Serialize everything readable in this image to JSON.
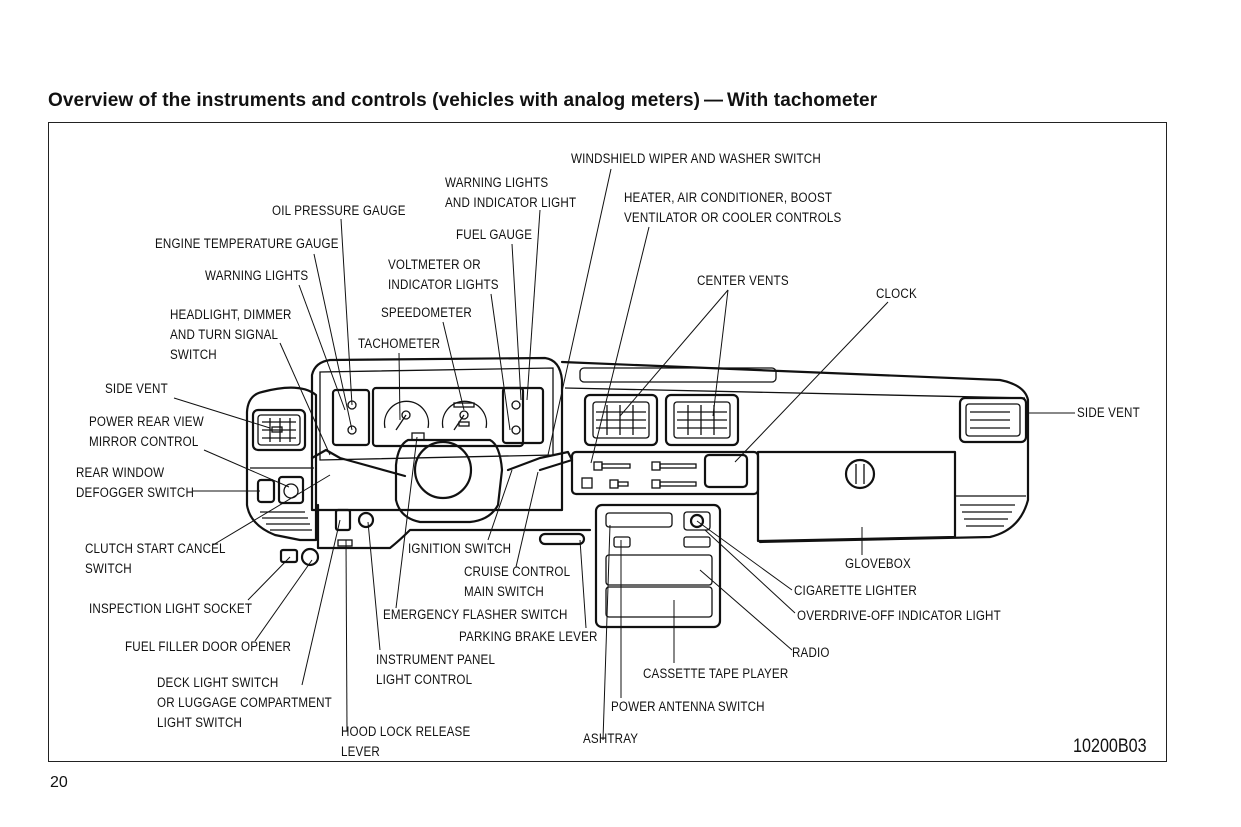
{
  "page": {
    "title": "Overview of the instruments and controls (vehicles with analog meters) — With tachometer",
    "page_number": "20",
    "figure_id": "10200B03"
  },
  "labels": {
    "windshield_wiper": "WINDSHIELD WIPER AND WASHER SWITCH",
    "warning_indicator_1": "WARNING LIGHTS",
    "warning_indicator_2": "AND INDICATOR LIGHT",
    "heater_1": "HEATER, AIR CONDITIONER, BOOST",
    "heater_2": "VENTILATOR OR COOLER CONTROLS",
    "oil_pressure": "OIL PRESSURE GAUGE",
    "fuel_gauge": "FUEL GAUGE",
    "engine_temp": "ENGINE TEMPERATURE GAUGE",
    "voltmeter_1": "VOLTMETER OR",
    "voltmeter_2": "INDICATOR LIGHTS",
    "warning_lights": "WARNING LIGHTS",
    "center_vents": "CENTER VENTS",
    "clock": "CLOCK",
    "headlight_1": "HEADLIGHT, DIMMER",
    "headlight_2": "AND TURN SIGNAL",
    "headlight_3": "SWITCH",
    "speedometer": "SPEEDOMETER",
    "tachometer": "TACHOMETER",
    "side_vent_left": "SIDE VENT",
    "side_vent_right": "SIDE VENT",
    "mirror_1": "POWER REAR VIEW",
    "mirror_2": "MIRROR CONTROL",
    "defogger_1": "REAR WINDOW",
    "defogger_2": "DEFOGGER SWITCH",
    "clutch_1": "CLUTCH START CANCEL",
    "clutch_2": "SWITCH",
    "ignition": "IGNITION SWITCH",
    "cruise_1": "CRUISE CONTROL",
    "cruise_2": "MAIN SWITCH",
    "glovebox": "GLOVEBOX",
    "inspection": "INSPECTION LIGHT SOCKET",
    "emergency": "EMERGENCY FLASHER SWITCH",
    "cigarette": "CIGARETTE LIGHTER",
    "overdrive": "OVERDRIVE-OFF INDICATOR LIGHT",
    "parking_brake": "PARKING BRAKE LEVER",
    "fuel_filler": "FUEL FILLER DOOR OPENER",
    "radio": "RADIO",
    "instrument_panel_1": "INSTRUMENT PANEL",
    "instrument_panel_2": "LIGHT CONTROL",
    "cassette": "CASSETTE TAPE PLAYER",
    "deck_1": "DECK LIGHT SWITCH",
    "deck_2": "OR LUGGAGE COMPARTMENT",
    "deck_3": "LIGHT SWITCH",
    "power_antenna": "POWER ANTENNA SWITCH",
    "hood_1": "HOOD LOCK RELEASE",
    "hood_2": "LEVER",
    "ashtray": "ASHTRAY"
  }
}
